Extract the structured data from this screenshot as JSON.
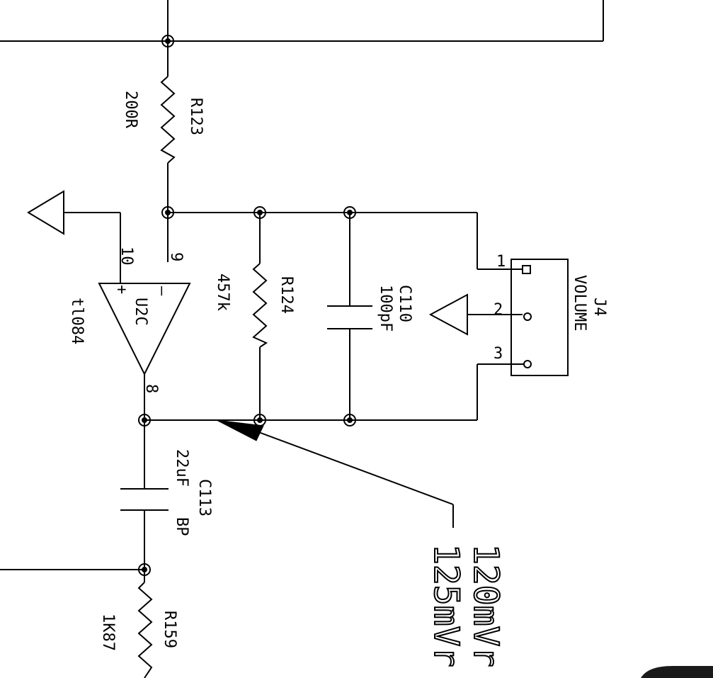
{
  "components": {
    "r123": {
      "ref": "R123",
      "value": "200R"
    },
    "r124": {
      "ref": "R124",
      "value": "457k"
    },
    "c110": {
      "ref": "C110",
      "value": "100pF"
    },
    "c113": {
      "ref": "C113",
      "value": "22uF",
      "extra": "BP"
    },
    "r159": {
      "ref": "R159",
      "value": "1K87"
    },
    "u2c": {
      "ref": "U2C",
      "part": "tl084",
      "pin_inv": "9",
      "pin_noninv": "10",
      "pin_out": "8",
      "plus": "+",
      "minus": "–"
    },
    "j4": {
      "ref": "J4",
      "name": "VOLUME",
      "pin1": "1",
      "pin2": "2",
      "pin3": "3"
    }
  },
  "annotation": {
    "line1": "120mVr",
    "line2": "125mVr"
  }
}
